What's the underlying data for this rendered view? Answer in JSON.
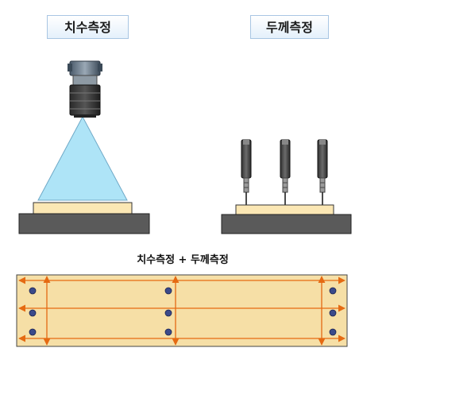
{
  "labels": {
    "dimension": "치수측정",
    "thickness": "두께측정",
    "combined": "치수측정 + 두께측정"
  },
  "colors": {
    "base": "#5a5a5a",
    "sample": "#fbe7b4",
    "board": "#f6dfa6",
    "arrow": "#e56a12",
    "gridline": "#e8a35a",
    "beam": "#aee4f7",
    "dot": "#3b4a8a"
  },
  "icons": [
    "camera-icon",
    "displacement-sensor-icon"
  ]
}
